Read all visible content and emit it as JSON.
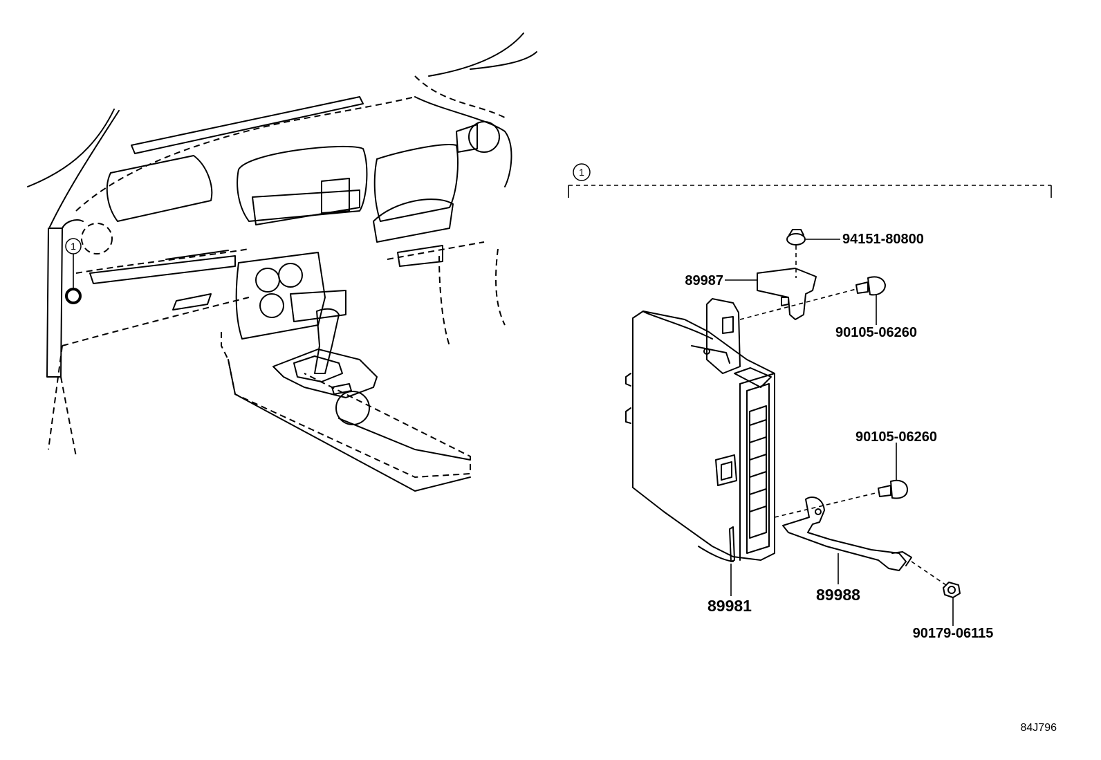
{
  "callout_marker": "1",
  "group_callout": "1",
  "parts": {
    "bolt_top": "94151-80800",
    "bracket_upper": "89987",
    "screw_upper": "90105-06260",
    "screw_lower": "90105-06260",
    "ecu": "89981",
    "bracket_lower": "89988",
    "nut": "90179-06115"
  },
  "diagram_code": "84J796"
}
